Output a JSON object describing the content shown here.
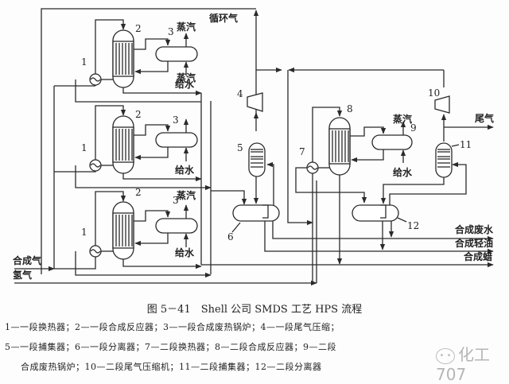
{
  "labels": {
    "recycle_gas": "循环气",
    "steam": "蒸汽",
    "feed_water": "给水",
    "syngas": "合成气",
    "hydrogen": "氢气",
    "tail_gas": "尾气",
    "waste_water": "合成废水",
    "light_oil": "合成轻油",
    "wax": "合成蜡"
  },
  "equipment_numbers": {
    "n1": "1",
    "n2": "2",
    "n3": "3",
    "n4": "4",
    "n5": "5",
    "n6": "6",
    "n7": "7",
    "n8": "8",
    "n9": "9",
    "n10": "10",
    "n11": "11",
    "n12": "12"
  },
  "caption": "图 5－41　Shell 公司 SMDS 工艺 HPS 流程",
  "legend": {
    "line1": "1—一段换热器；2—一段合成反应器；3—一段合成废热锅炉；4—一段尾气压缩；",
    "line2": "5—一段捕集器；6—一段分离器；7—二段换热器；8—二段合成反应器；9—二段",
    "line3": "合成废热锅炉；10—二段尾气压缩机；11—二段捕集器；12—二段分离器"
  },
  "watermark": {
    "text": "化工707",
    "icon": "wechat-icon"
  }
}
